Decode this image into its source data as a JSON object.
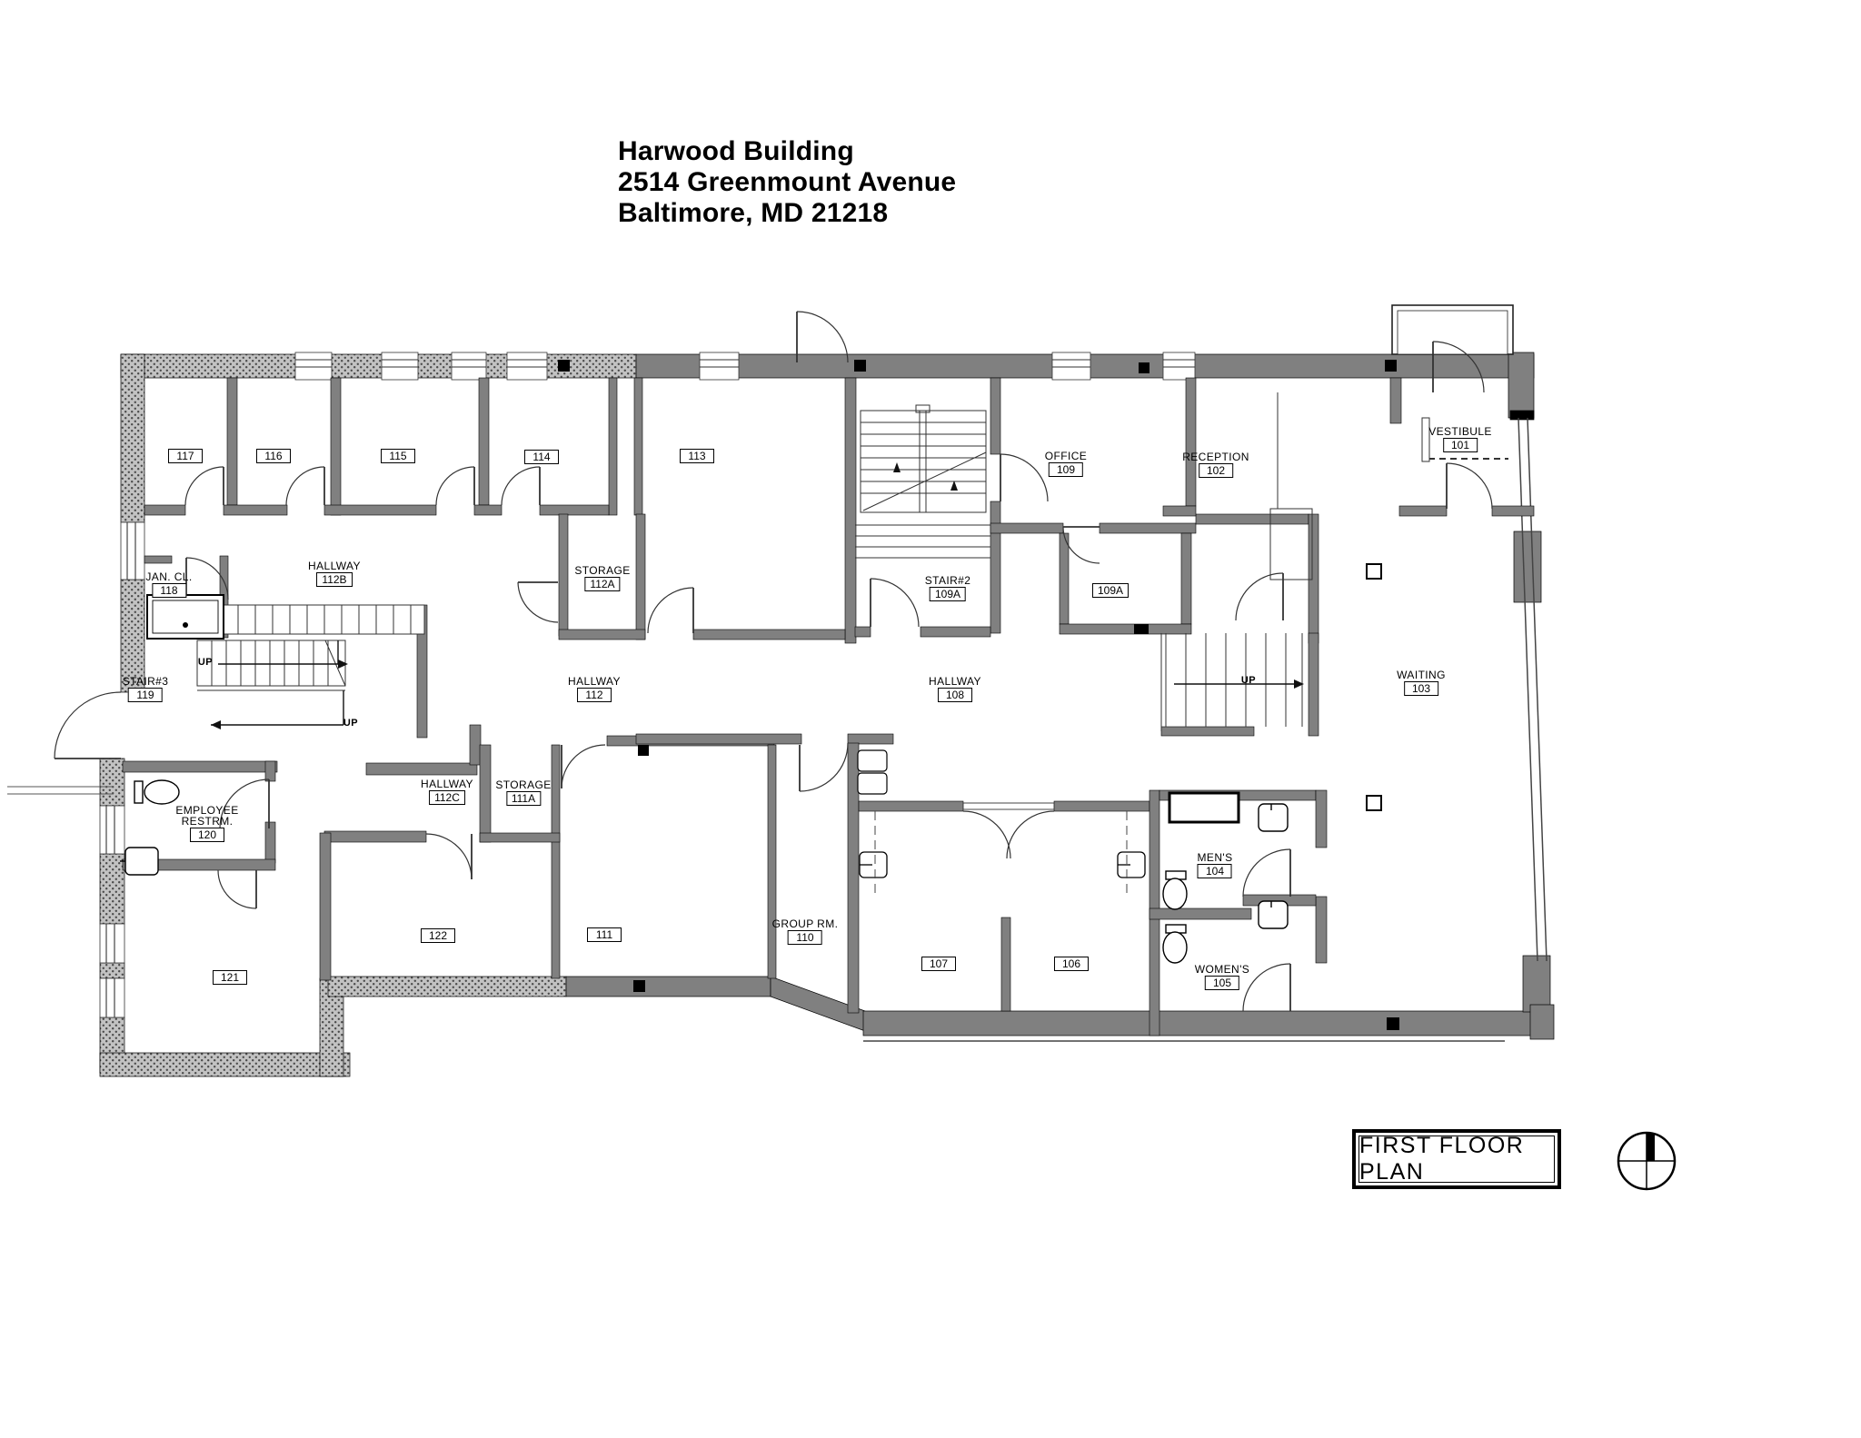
{
  "title_block": {
    "line1": "Harwood Building",
    "line2": "2514 Greenmount Avenue",
    "line3": "Baltimore, MD 21218"
  },
  "plan": {
    "label": "FIRST FLOOR PLAN",
    "up_label": "UP",
    "rooms": [
      {
        "name": "",
        "number": "117"
      },
      {
        "name": "",
        "number": "116"
      },
      {
        "name": "",
        "number": "115"
      },
      {
        "name": "",
        "number": "114"
      },
      {
        "name": "",
        "number": "113"
      },
      {
        "name": "OFFICE",
        "number": "109"
      },
      {
        "name": "RECEPTION",
        "number": "102"
      },
      {
        "name": "VESTIBULE",
        "number": "101"
      },
      {
        "name": "JAN. CL.",
        "number": "118"
      },
      {
        "name": "HALLWAY",
        "number": "112B"
      },
      {
        "name": "STORAGE",
        "number": "112A"
      },
      {
        "name": "STAIR#2",
        "number": "109A"
      },
      {
        "name": "",
        "number": "109A"
      },
      {
        "name": "STAIR#3",
        "number": "119"
      },
      {
        "name": "HALLWAY",
        "number": "112"
      },
      {
        "name": "HALLWAY",
        "number": "108"
      },
      {
        "name": "WAITING",
        "number": "103"
      },
      {
        "name": "EMPLOYEE RESTRM.",
        "number": "120"
      },
      {
        "name": "HALLWAY",
        "number": "112C"
      },
      {
        "name": "STORAGE",
        "number": "111A"
      },
      {
        "name": "",
        "number": "122"
      },
      {
        "name": "",
        "number": "111"
      },
      {
        "name": "GROUP RM.",
        "number": "110"
      },
      {
        "name": "",
        "number": "121"
      },
      {
        "name": "",
        "number": "107"
      },
      {
        "name": "",
        "number": "106"
      },
      {
        "name": "MEN'S",
        "number": "104"
      },
      {
        "name": "WOMEN'S",
        "number": "105"
      }
    ]
  },
  "colors": {
    "wall_gray": "#808080",
    "hatch_base": "#c2c2c2",
    "hatch_dot": "#4a4a4a",
    "line": "#1a1a1a",
    "background": "#ffffff"
  },
  "symbols": {
    "north_arrow": "north-arrow"
  }
}
